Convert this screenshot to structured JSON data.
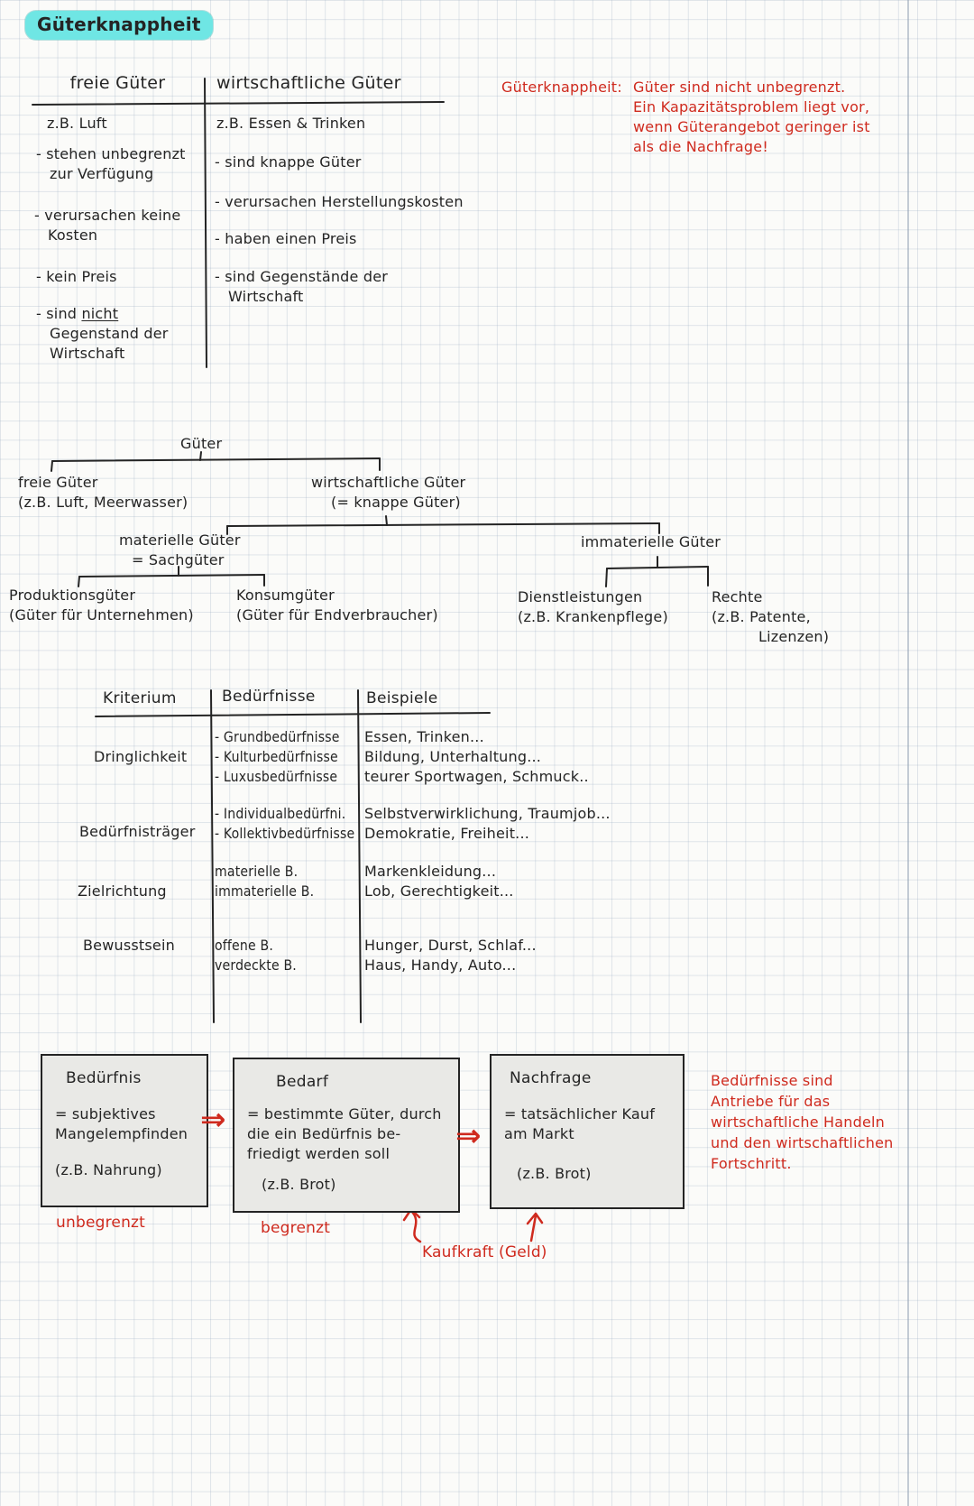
{
  "title": "Güterknappheit",
  "colors": {
    "ink": "#242424",
    "red": "#cf2a1e",
    "highlight": "#6fe6e4",
    "box_fill": "#e9e9e6"
  },
  "icons": {
    "double_arrow": "⇒"
  },
  "comparison": {
    "left_header": "freie Güter",
    "right_header": "wirtschaftliche Güter",
    "left": {
      "example": "z.B. Luft",
      "item1": "- stehen unbegrenzt\nzur Verfügung",
      "item2": "- verursachen keine\nKosten",
      "item3": "- kein Preis",
      "item4_pre": "- sind",
      "item4_underlined": "nicht",
      "item4_post": "\nGegenstand der\nWirtschaft"
    },
    "right": {
      "example": "z.B. Essen & Trinken",
      "item1": "- sind knappe Güter",
      "item2": "- verursachen Herstellungskosten",
      "item3": "- haben einen Preis",
      "item4": "- sind Gegenstände der\nWirtschaft"
    }
  },
  "note_top": {
    "lead": "Güterknappheit:",
    "body": "Güter sind nicht unbegrenzt.\nEin Kapazitätsproblem liegt vor,\nwenn Güterangebot geringer ist\nals die Nachfrage!"
  },
  "tree": {
    "root": "Güter",
    "free": {
      "title": "freie Güter",
      "sub": "(z.B. Luft, Meerwasser)"
    },
    "economic": {
      "title": "wirtschaftliche Güter",
      "sub": "(= knappe Güter)"
    },
    "material": {
      "title": "materielle Güter",
      "sub": "= Sachgüter"
    },
    "immaterial": {
      "title": "immaterielle Güter"
    },
    "production": {
      "title": "Produktionsgüter",
      "sub": "(Güter für Unternehmen)"
    },
    "consumption": {
      "title": "Konsumgüter",
      "sub": "(Güter für Endverbraucher)"
    },
    "services": {
      "title": "Dienstleistungen",
      "sub": "(z.B. Krankenpflege)"
    },
    "rights": {
      "title": "Rechte",
      "sub": "(z.B. Patente,",
      "sub2": "Lizenzen)"
    }
  },
  "needs_table": {
    "headers": [
      "Kriterium",
      "Bedürfnisse",
      "Beispiele"
    ],
    "rows": [
      {
        "criterion": "Dringlichkeit",
        "needs": "- Grundbedürfnisse\n- Kulturbedürfnisse\n- Luxusbedürfnisse",
        "examples": "Essen, Trinken...\nBildung, Unterhaltung...\nteurer Sportwagen, Schmuck.."
      },
      {
        "criterion": "Bedürfnisträger",
        "needs": "- Individualbedürfni.\n- Kollektivbedürfnisse",
        "examples": "Selbstverwirklichung, Traumjob...\nDemokratie, Freiheit..."
      },
      {
        "criterion": "Zielrichtung",
        "needs": "materielle B.\nimmaterielle B.",
        "examples": "Markenkleidung...\nLob, Gerechtigkeit..."
      },
      {
        "criterion": "Bewusstsein",
        "needs": "offene B.\nverdeckte B.",
        "examples": "Hunger, Durst, Schlaf...\nHaus, Handy, Auto..."
      }
    ]
  },
  "flow": {
    "box1": {
      "title": "Bedürfnis",
      "body": "= subjektives\nMangelempfinden",
      "example": "(z.B. Nahrung)",
      "label": "unbegrenzt"
    },
    "box2": {
      "title": "Bedarf",
      "body": "= bestimmte Güter, durch\ndie ein Bedürfnis be-\nfriedigt werden soll",
      "example": "(z.B. Brot)",
      "label": "begrenzt"
    },
    "box3": {
      "title": "Nachfrage",
      "body": "= tatsächlicher Kauf\nam Markt",
      "example": "(z.B. Brot)"
    },
    "kaufkraft": "Kaufkraft (Geld)",
    "note": "Bedürfnisse sind\nAntriebe für das\nwirtschaftliche Handeln\nund den wirtschaftlichen\nFortschritt."
  }
}
